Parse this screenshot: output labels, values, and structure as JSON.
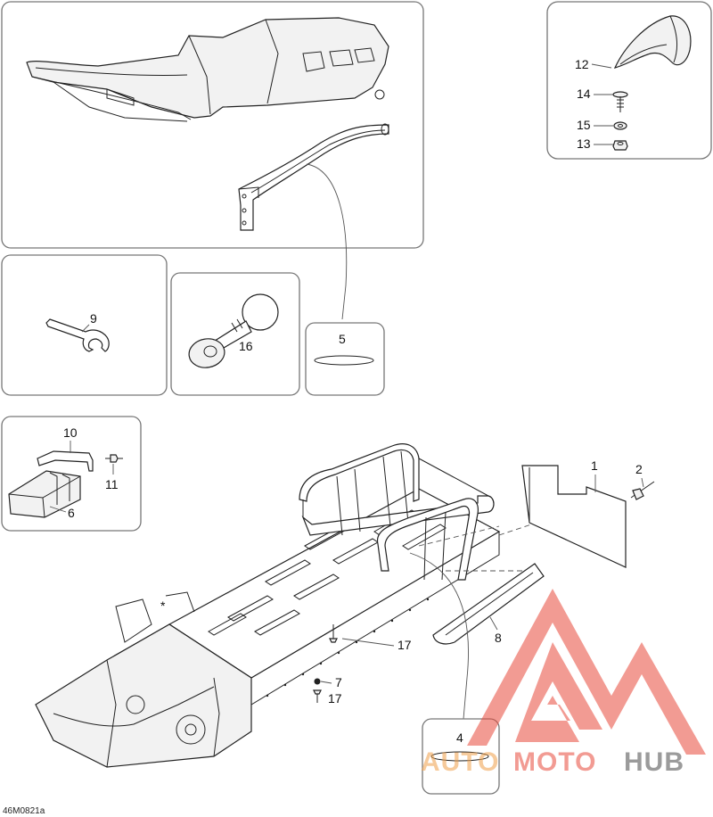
{
  "diagram_code": "46M0821a",
  "callouts": {
    "c1": "1",
    "c2": "2",
    "c4": "4",
    "c5": "5",
    "c6": "6",
    "c7": "7",
    "c8": "8",
    "c9": "9",
    "c10": "10",
    "c11": "11",
    "c12": "12",
    "c13": "13",
    "c14": "14",
    "c15": "15",
    "c16": "16",
    "c17a": "17",
    "c17b": "17"
  },
  "asterisk": "*",
  "watermark": {
    "part1": "AUTO",
    "part2": "MOTO",
    "part3": "HUB",
    "color_red": "#e84b3c",
    "color_orange": "#f0a04b",
    "color_gray": "#4a4a4a"
  }
}
